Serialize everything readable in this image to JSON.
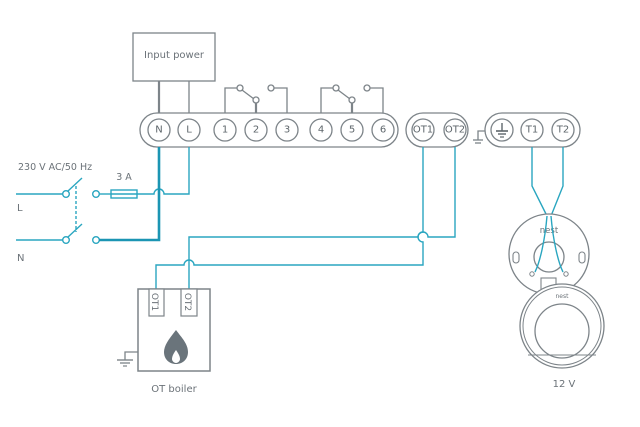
{
  "diagram": {
    "input_power_label": "Input power",
    "supply_label": "230 V AC/50 Hz",
    "fuse_label": "3 A",
    "line_label": "L",
    "neutral_label": "N",
    "boiler_label": "OT boiler",
    "boiler_terminals": [
      "OT1",
      "OT2"
    ],
    "thermostat_brand": "nest",
    "thermostat_voltage": "12 V",
    "main_terminals": [
      "N",
      "L",
      "1",
      "2",
      "3",
      "4",
      "5",
      "6"
    ],
    "ot_terminals": [
      "OT1",
      "OT2"
    ],
    "t_terminals": [
      "T1",
      "T2"
    ],
    "ground_symbol": "ground-icon",
    "flame_symbol": "flame-icon",
    "colors": {
      "wire": "#2aa6c0",
      "outline": "#7d8489",
      "text": "#5e666b"
    }
  }
}
